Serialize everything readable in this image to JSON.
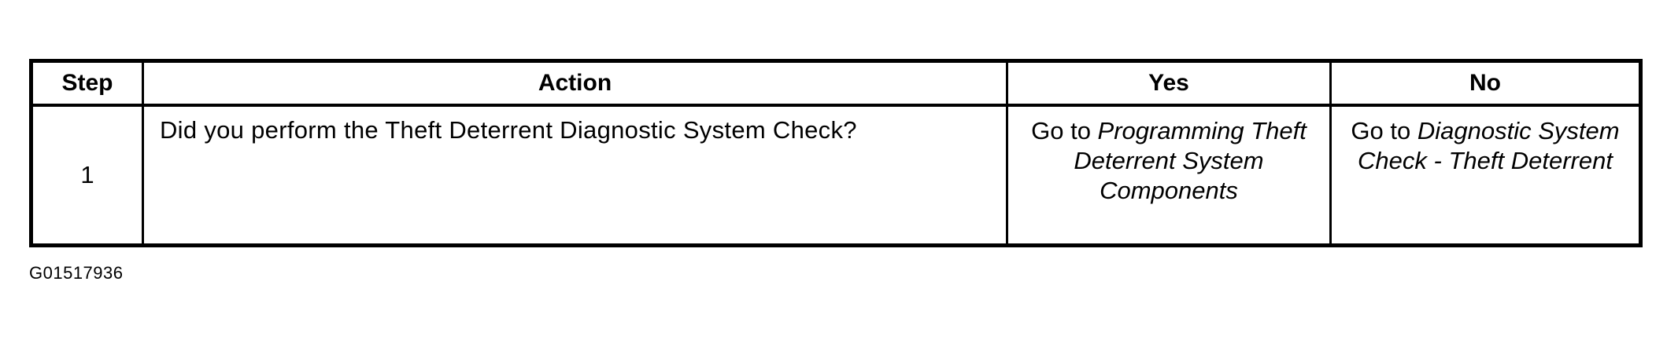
{
  "table": {
    "headers": [
      "Step",
      "Action",
      "Yes",
      "No"
    ],
    "rows": [
      {
        "step": "1",
        "action": "Did you perform the Theft Deterrent Diagnostic System Check?",
        "yes_prefix": "Go to ",
        "yes_link": "Programming Theft Deterrent System Components",
        "no_prefix": "Go to ",
        "no_link": "Diagnostic System Check - Theft Deterrent"
      }
    ]
  },
  "figure_id": "G01517936"
}
